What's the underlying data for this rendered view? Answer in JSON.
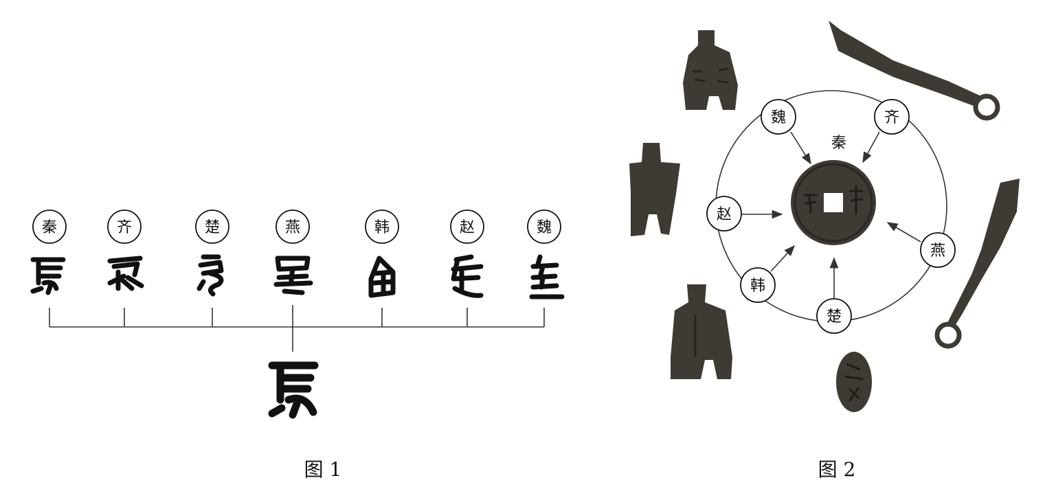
{
  "figure1": {
    "caption": "图 1",
    "states": [
      {
        "name": "秦",
        "glyph": "马"
      },
      {
        "name": "齐",
        "glyph": "马"
      },
      {
        "name": "楚",
        "glyph": "马"
      },
      {
        "name": "燕",
        "glyph": "马"
      },
      {
        "name": "韩",
        "glyph": "马"
      },
      {
        "name": "赵",
        "glyph": "马"
      },
      {
        "name": "魏",
        "glyph": "马"
      }
    ],
    "unified_glyph": "马"
  },
  "figure2": {
    "caption": "图 2",
    "center_state": "秦",
    "ring_states": [
      "魏",
      "齐",
      "赵",
      "燕",
      "韩",
      "楚"
    ]
  },
  "colors": {
    "ink": "#111111",
    "bronze": "#3e3a34",
    "bronze_dark": "#2a2724",
    "line": "#333333"
  }
}
